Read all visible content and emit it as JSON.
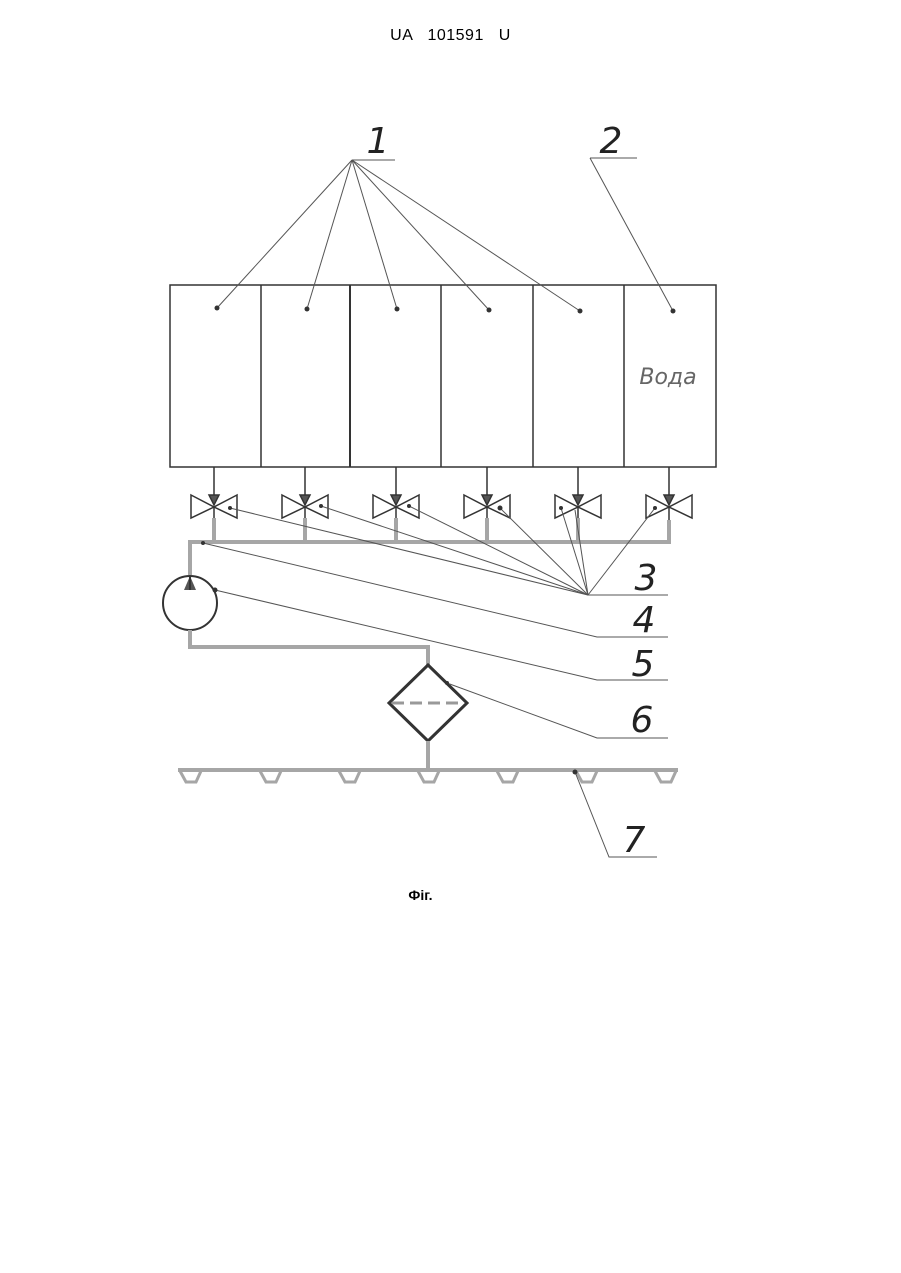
{
  "header": {
    "doc_id": "UA   101591   U"
  },
  "figure": {
    "caption": "Фіг.",
    "tank_text": "Вода",
    "labels": [
      "1",
      "2",
      "3",
      "4",
      "5",
      "6",
      "7"
    ]
  }
}
